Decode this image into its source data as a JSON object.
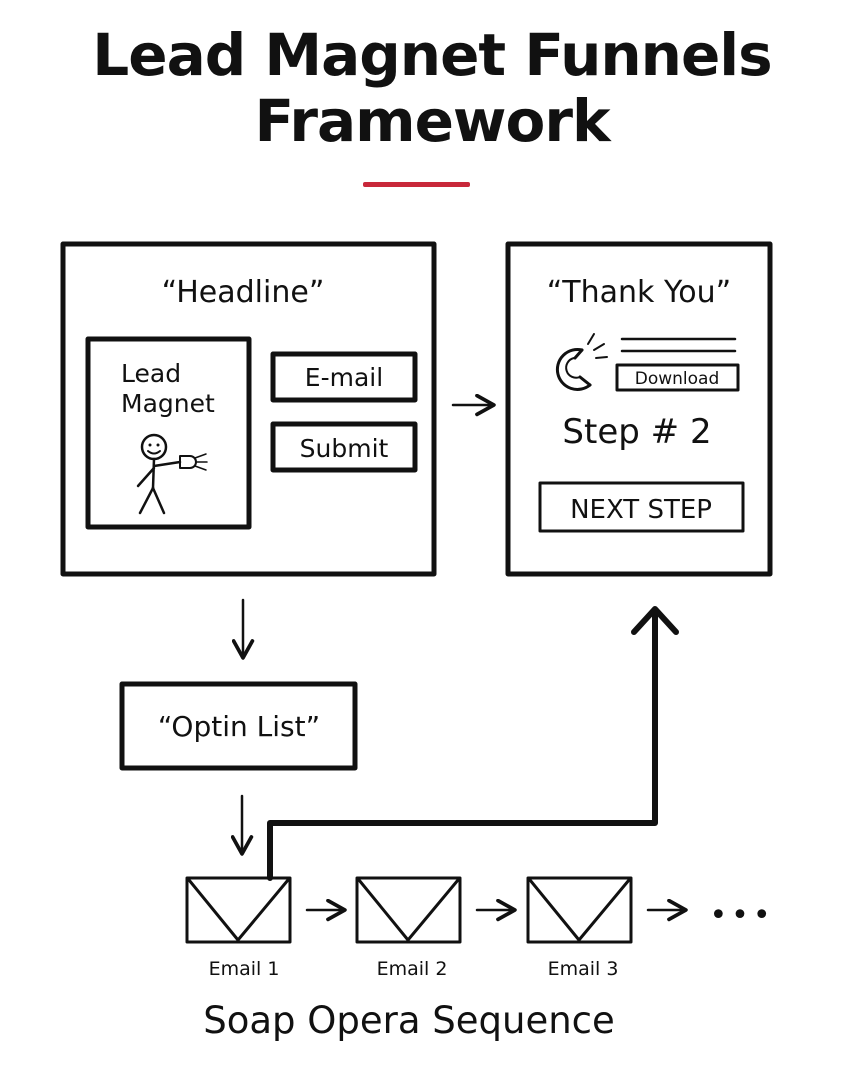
{
  "title": {
    "line1": "Lead Magnet Funnels",
    "line2": "Framework"
  },
  "colors": {
    "accent": "#c8283a",
    "ink": "#111111",
    "background": "#ffffff"
  },
  "landing_page": {
    "headline": "“Headline”",
    "lead_magnet_line1": "Lead",
    "lead_magnet_line2": "Magnet",
    "email_field": "E-mail",
    "submit_button": "Submit"
  },
  "thank_you_page": {
    "headline": "“Thank You”",
    "download_button": "Download",
    "step_label": "Step # 2",
    "next_step_button": "NEXT STEP"
  },
  "optin_list": "“Optin List”",
  "emails": [
    "Email 1",
    "Email 2",
    "Email 3"
  ],
  "ellipsis": "•••",
  "sequence_label": "Soap Opera Sequence"
}
